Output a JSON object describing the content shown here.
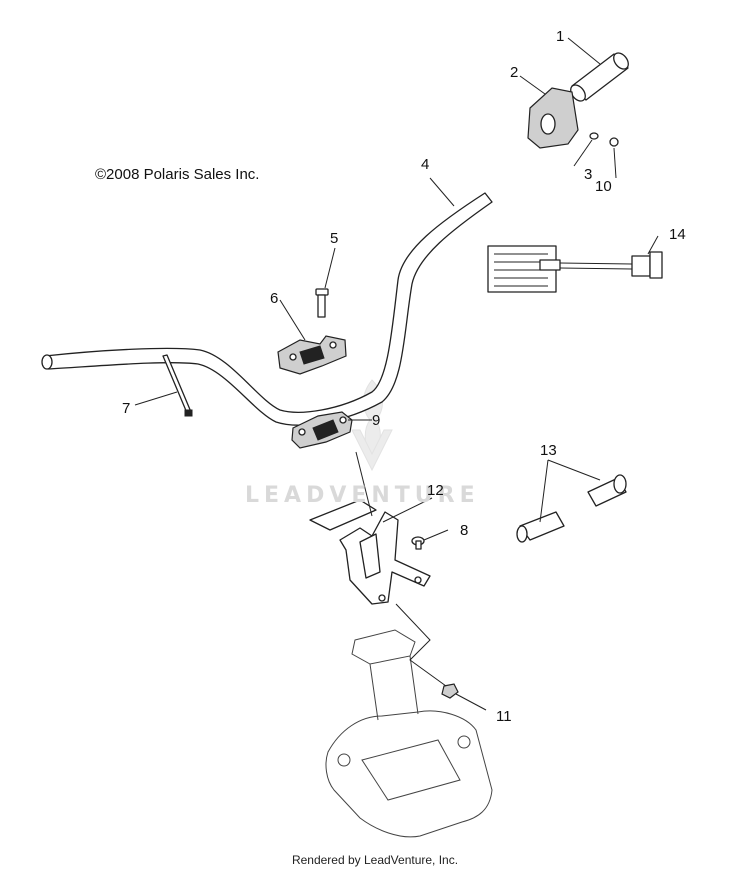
{
  "copyright": "©2008 Polaris Sales Inc.",
  "watermark": "LEADVENTURE",
  "footer": "Rendered by LeadVenture, Inc.",
  "callouts": {
    "c1": "1",
    "c2": "2",
    "c3": "3",
    "c4": "4",
    "c5": "5",
    "c6": "6",
    "c7": "7",
    "c8": "8",
    "c9": "9",
    "c10": "10",
    "c11": "11",
    "c12": "12",
    "c13": "13",
    "c14": "14"
  }
}
